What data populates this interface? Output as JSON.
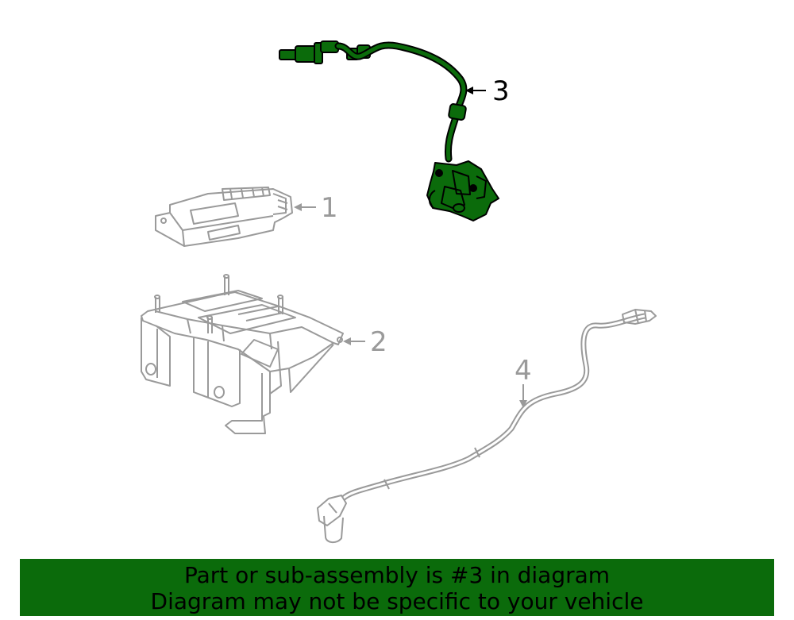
{
  "callouts": {
    "part1": "1",
    "part2": "2",
    "part3": "3",
    "part4": "4"
  },
  "highlighted_part": "3",
  "colors": {
    "highlight": "#0b6b0b",
    "outline_muted": "#9a9a9a",
    "banner_bg": "#0b6b0b"
  },
  "banner": {
    "line1": "Part or sub-assembly is #3 in diagram",
    "line2": "Diagram may not be specific to your vehicle"
  }
}
